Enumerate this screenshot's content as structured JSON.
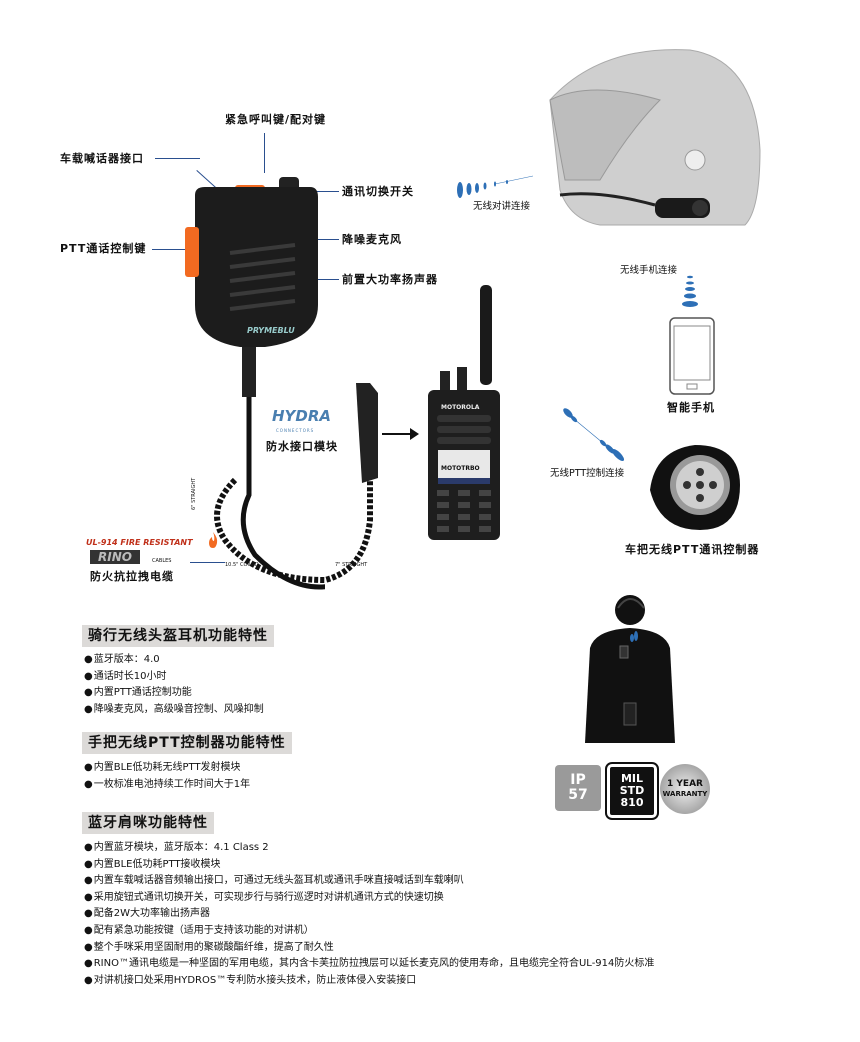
{
  "callouts": {
    "emergency": "紧急呼叫键/配对键",
    "car_speaker_port": "车载喊话器接口",
    "comm_switch": "通讯切换开关",
    "ptt_key": "PTT通话控制键",
    "nc_mic": "降噪麦克风",
    "speaker": "前置大功率扬声器",
    "hydra_logo": "HYDRA",
    "hydra_sub": "CONNECTORS",
    "waterproof": "防水接口模块",
    "ul_label": "UL-914 FIRE RESISTANT",
    "rino_logo": "RINO",
    "rino_sub": "CABLES",
    "cable": "防火抗拉拽电缆",
    "cable_6": "6\" STRAIGHT",
    "cable_coiled": "10.5\" COILED",
    "cable_7": "7\" STRAIGHT",
    "mic_brand": "PRYMEBLU",
    "radio_brand": "MOTOROLA",
    "radio_screen": "MOTOTRBO",
    "wireless_intercom": "无线对讲连接",
    "wireless_phone": "无线手机连接",
    "smartphone": "智能手机",
    "wireless_ptt": "无线PTT控制连接",
    "handlebar_ptt": "车把无线PTT通讯控制器"
  },
  "sections": [
    {
      "title": "骑行无线头盔耳机功能特性",
      "items": [
        "蓝牙版本：4.0",
        "通话时长10小时",
        "内置PTT通话控制功能",
        "降噪麦克风，高级噪音控制、风噪抑制"
      ]
    },
    {
      "title": "手把无线PTT控制器功能特性",
      "items": [
        "内置BLE低功耗无线PTT发射模块",
        "一枚标准电池持续工作时间大于1年"
      ]
    },
    {
      "title": "蓝牙肩咪功能特性",
      "items": [
        "内置蓝牙模块，蓝牙版本：4.1 Class 2",
        "内置BLE低功耗PTT接收模块",
        "内置车载喊话器音频输出接口，可通过无线头盔耳机或通讯手咪直接喊话到车载喇叭",
        "采用旋钮式通讯切换开关，可实现步行与骑行巡逻时对讲机通讯方式的快速切换",
        "配备2W大功率输出扬声器",
        "配有紧急功能按键（适用于支持该功能的对讲机）",
        "整个手咪采用坚固耐用的聚碳酸酯纤维，提高了耐久性",
        "RINO™通讯电缆是一种坚固的军用电缆，其内含卡芙拉防拉拽层可以延长麦克风的使用寿命，且电缆完全符合UL-914防火标准",
        "对讲机接口处采用HYDROS™专利防水接头技术，防止液体侵入安装接口"
      ]
    }
  ],
  "badges": {
    "ip": [
      "IP",
      "57"
    ],
    "mil": [
      "MIL",
      "STD",
      "810"
    ],
    "warranty": [
      "1 YEAR",
      "WARRANTY"
    ]
  },
  "colors": {
    "accent_orange": "#f26a21",
    "signal_blue": "#2d6fb6",
    "line_blue": "#2a4f8f",
    "section_bg": "#dcdad8"
  }
}
